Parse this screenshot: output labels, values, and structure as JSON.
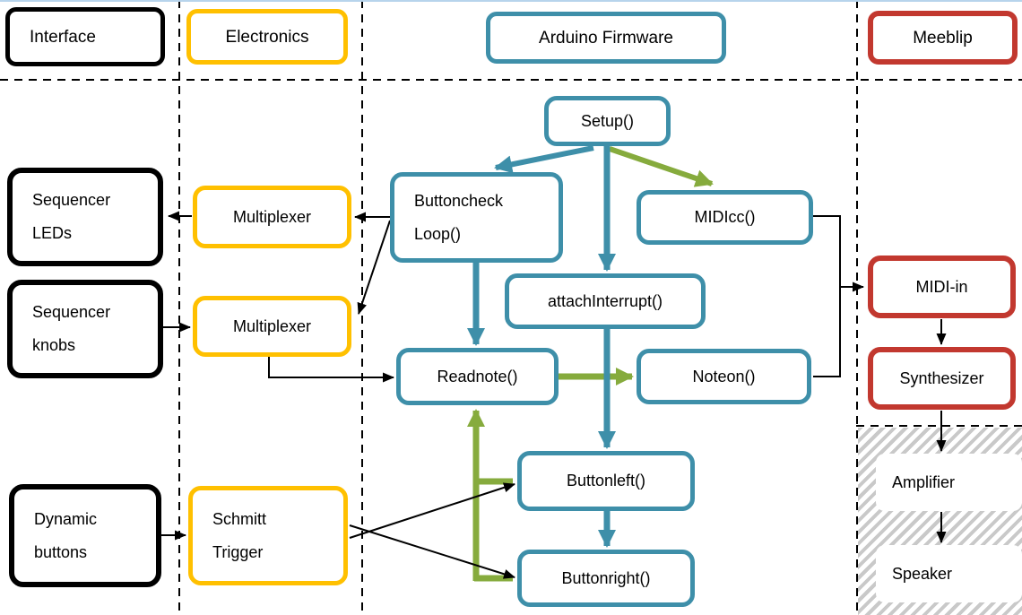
{
  "headers": {
    "interface": "Interface",
    "electronics": "Electronics",
    "arduino_firmware": "Arduino Firmware",
    "meeblip": "Meeblip"
  },
  "nodes": {
    "sequencer_leds": "Sequencer LEDs",
    "sequencer_knobs": "Sequencer knobs",
    "dynamic_buttons": "Dynamic buttons",
    "multiplexer_top": "Multiplexer",
    "multiplexer_bottom": "Multiplexer",
    "schmitt_trigger": "Schmitt Trigger",
    "setup": "Setup()",
    "buttoncheck_loop": "Buttoncheck Loop()",
    "midicc": "MIDIcc()",
    "attach_interrupt": "attachInterrupt()",
    "readnote": "Readnote()",
    "noteon": "Noteon()",
    "buttonleft": "Buttonleft()",
    "buttonright": "Buttonright()",
    "midi_in": "MIDI-in",
    "synthesizer": "Synthesizer",
    "amplifier": "Amplifier",
    "speaker": "Speaker"
  },
  "colors": {
    "interface_black": "#000000",
    "electronics_gold": "#FFC000",
    "firmware_teal": "#3E8FA9",
    "meeblip_red": "#C2382F",
    "flow_green": "#86AB3D"
  }
}
